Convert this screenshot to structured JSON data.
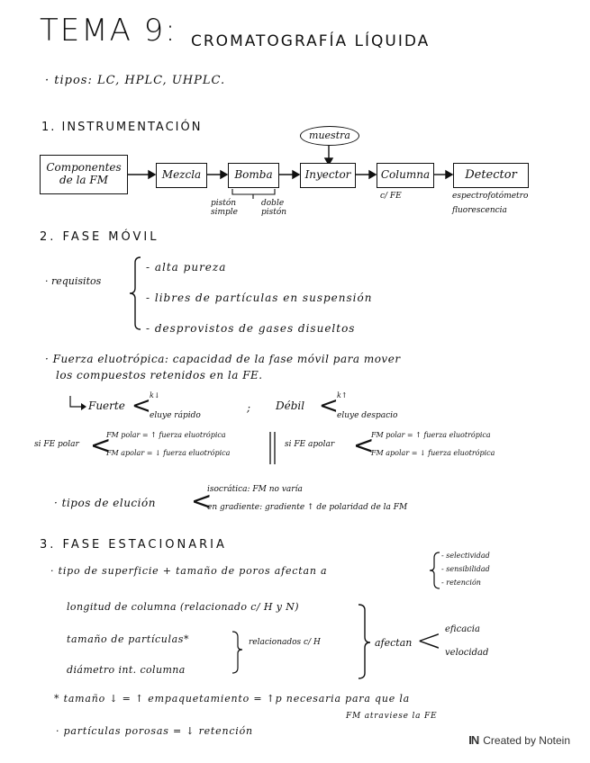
{
  "title": {
    "tema": "TEMA 9:",
    "subject": "CROMATOGRAFÍA LÍQUIDA"
  },
  "tipos": "· tipos: LC, HPLC, UHPLC.",
  "section1": {
    "heading": "1. INSTRUMENTACIÓN",
    "muestra": "muestra",
    "boxes": [
      "Componentes de la FM",
      "Mezcla",
      "Bomba",
      "Inyector",
      "Columna",
      "Detector"
    ],
    "bomba_notes": [
      "pistón simple",
      "doble pistón"
    ],
    "columna_note": "c/ FE",
    "detector_notes": [
      "espectrofotómetro",
      "fluorescencia"
    ]
  },
  "section2": {
    "heading": "2. FASE MÓVIL",
    "requisitos_label": "· requisitos",
    "requisitos": [
      "- alta pureza",
      "- libres de partículas en suspensión",
      "- desprovistos de gases disueltos"
    ],
    "fuerza_line1": "· Fuerza eluotrópica: capacidad de la fase móvil para mover",
    "fuerza_line2": "los compuestos retenidos en la FE.",
    "fuerte_label": "Fuerte",
    "fuerte_top": "k↓",
    "fuerte_bottom": "eluye rápido",
    "semicolon": ";",
    "debil_label": "Débil",
    "debil_top": "k↑",
    "debil_bottom": "eluye despacio",
    "polar_label": "si FE polar",
    "polar_top": "FM polar = ↑ fuerza eluotrópica",
    "polar_bottom": "FM apolar = ↓ fuerza eluotrópica",
    "apolar_label": "si FE apolar",
    "apolar_top": "FM polar = ↑ fuerza eluotrópica",
    "apolar_bottom": "FM apolar = ↓ fuerza eluotrópica",
    "elucion_label": "· tipos de elución",
    "elucion_top": "isocrática: FM no varía",
    "elucion_bottom": "en gradiente: gradiente ↑ de polaridad de la FM"
  },
  "section3": {
    "heading": "3. FASE ESTACIONARIA",
    "superficie": "· tipo de superficie + tamaño de poros afectan a",
    "afectan_list": [
      "- selectividad",
      "- sensibilidad",
      "- retención"
    ],
    "longitud": "longitud de columna (relacionado c/ H y N)",
    "tamano": "tamaño de partículas*",
    "relacionados": "relacionados c/ H",
    "diametro": "diámetro int. columna",
    "afectan": "afectan",
    "eficacia": "eficacia",
    "velocidad": "velocidad",
    "star_line1": "* tamaño ↓ = ↑ empaquetamiento = ↑p necesaria para que la",
    "star_line2": "FM atraviese la FE",
    "porosas": "· partículas porosas = ↓ retención"
  },
  "footer": {
    "logo": "IN",
    "text": "Created by Notein"
  }
}
